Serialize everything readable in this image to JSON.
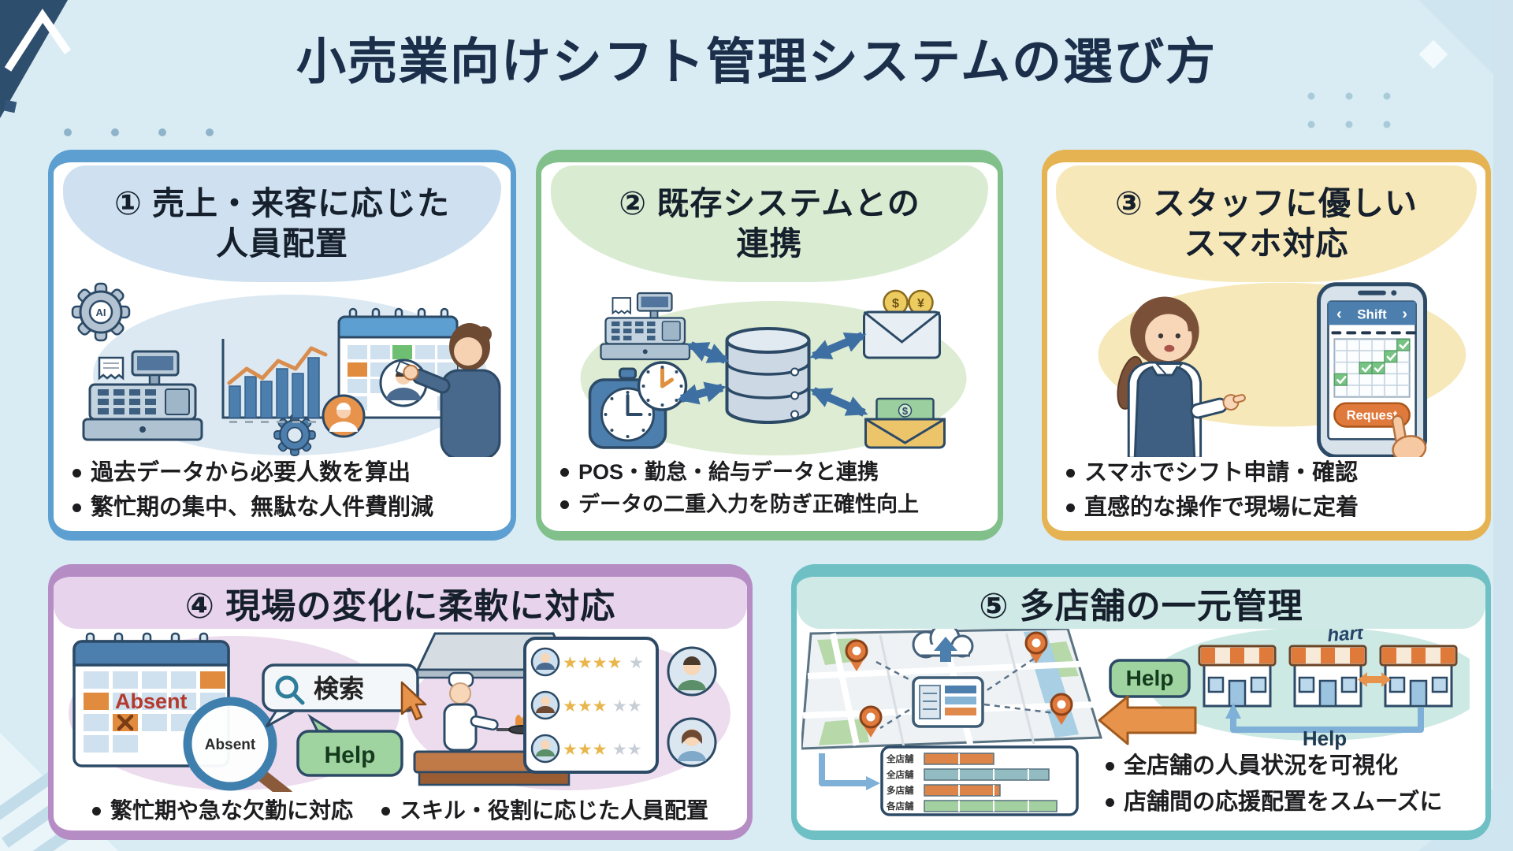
{
  "page": {
    "title": "小売業向けシフト管理システムの選び方",
    "background_color": "#d9ecf4",
    "title_color": "#1b2f4b"
  },
  "cards": {
    "c1": {
      "heading_line1": "① 売上・来客に応じた",
      "heading_line2": "人員配置",
      "bullets": [
        "過去データから必要人数を算出",
        "繁忙期の集中、無駄な人件費削減"
      ],
      "accent": "#5d9fd0",
      "blob": "#cfe1f0",
      "ai_label": "AI"
    },
    "c2": {
      "heading_line1": "② 既存システムとの",
      "heading_line2": "連携",
      "bullets": [
        "POS・勤怠・給与データと連携",
        "データの二重入力を防ぎ正確性向上"
      ],
      "accent": "#82c08b",
      "blob": "#d9ecd2",
      "coin_dollar": "$",
      "coin_yen": "¥",
      "bill_dollar": "$"
    },
    "c3": {
      "heading_line1": "③ スタッフに優しい",
      "heading_line2": "スマホ対応",
      "bullets": [
        "スマホでシフト申請・確認",
        "直感的な操作で現場に定着"
      ],
      "accent": "#e6b353",
      "blob": "#f6e8b8",
      "phone": {
        "nav_prev": "‹",
        "app_title": "Shift",
        "nav_next": "›",
        "request_button": "Request"
      }
    },
    "c4": {
      "heading": "④ 現場の変化に柔軟に対応",
      "bullets": [
        "繁忙期や急な欠勤に対応",
        "スキル・役割に応じた人員配置"
      ],
      "accent": "#b68cc4",
      "band": "#e8d3ec",
      "calendar_absent": "Absent",
      "lens_absent": "Absent",
      "search_label": "検索",
      "help_label": "Help",
      "stars": {
        "row1_gold": "★★★★",
        "row1_gray": "★",
        "row2_gold": "★★★",
        "row2_gray": "★★",
        "row3_gold": "★★★",
        "row3_gray": "★★"
      }
    },
    "c5": {
      "heading": "⑤ 多店舗の一元管理",
      "bullets": [
        "全店舗の人員状況を可視化",
        "店舗間の応援配置をスムーズに"
      ],
      "accent": "#6fc0c4",
      "band": "#cfe9e6",
      "help_badge": "Help",
      "help_bottom": "Help",
      "store_logo_scribble": "hart",
      "chart_rows": [
        "全店舗",
        "全店舗",
        "多店舗",
        "各店舗"
      ]
    }
  }
}
